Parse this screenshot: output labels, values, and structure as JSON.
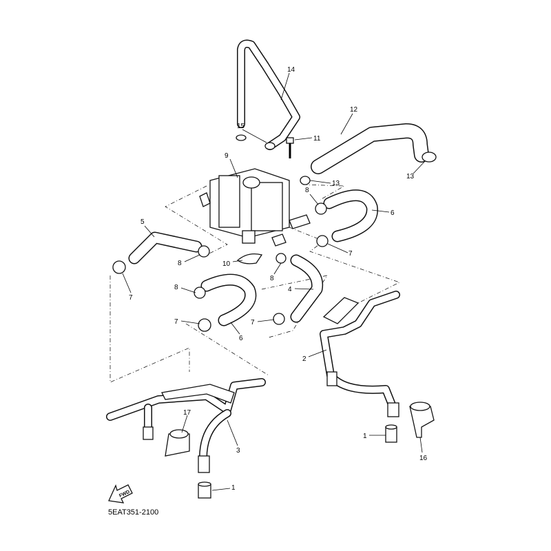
{
  "diagram": {
    "part_code": "5EAT351-2100",
    "fwd_label": "FWD",
    "callouts": [
      "14",
      "15",
      "11",
      "12",
      "9",
      "13",
      "13",
      "8",
      "5",
      "6",
      "8",
      "10",
      "7",
      "7",
      "8",
      "4",
      "8",
      "7",
      "6",
      "7",
      "2",
      "17",
      "3",
      "1",
      "16",
      "1"
    ]
  }
}
